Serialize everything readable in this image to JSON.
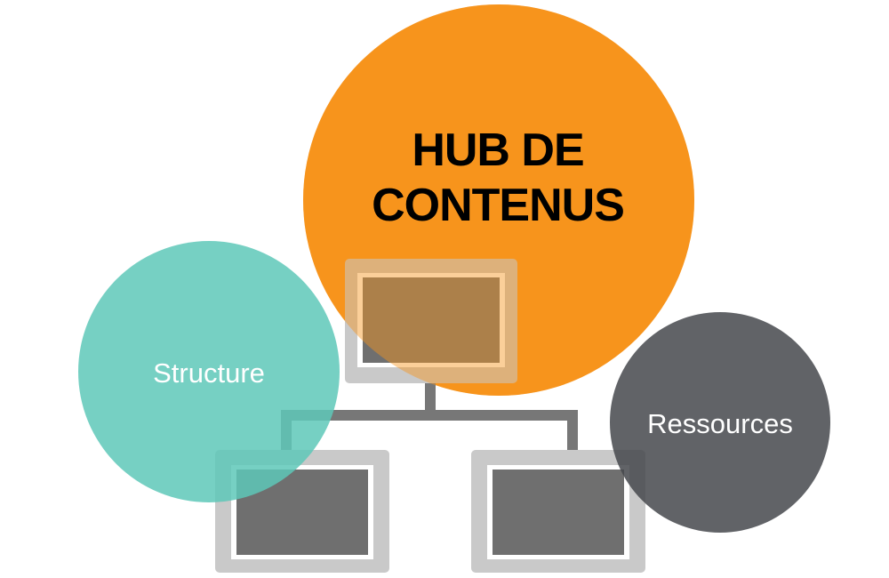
{
  "hub": {
    "line1": "HUB DE",
    "line2": "CONTENUS",
    "color": "#f7941d"
  },
  "structure": {
    "label": "Structure",
    "color": "#5ec8b8"
  },
  "ressources": {
    "label": "Ressources",
    "color": "#45484c"
  },
  "icons": {
    "top": "monitor-icon",
    "bottom_left": "monitor-icon",
    "bottom_right": "monitor-icon",
    "connector": "tree-connector"
  }
}
